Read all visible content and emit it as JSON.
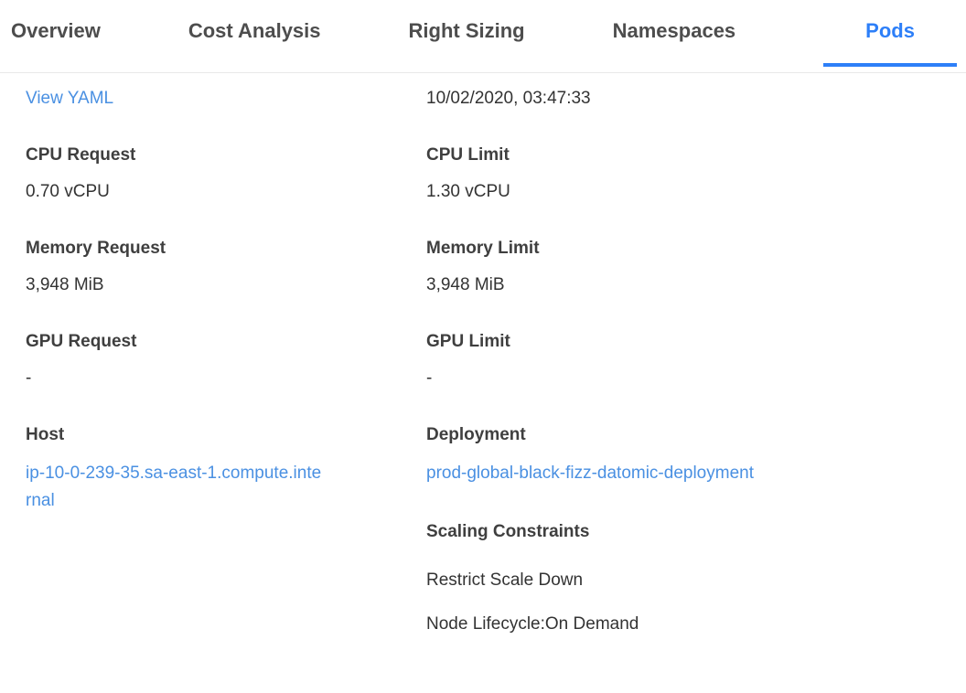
{
  "tabs": {
    "items": [
      {
        "label": "Overview"
      },
      {
        "label": "Cost Analysis"
      },
      {
        "label": "Right Sizing"
      },
      {
        "label": "Namespaces"
      },
      {
        "label": "Pods"
      }
    ],
    "active": "Pods"
  },
  "pod_details": {
    "view_yaml_link": "View YAML",
    "created_at": "10/02/2020, 03:47:33",
    "cpu_request": {
      "label": "CPU Request",
      "value": "0.70 vCPU"
    },
    "cpu_limit": {
      "label": "CPU Limit",
      "value": "1.30 vCPU"
    },
    "memory_request": {
      "label": "Memory Request",
      "value": "3,948 MiB"
    },
    "memory_limit": {
      "label": "Memory Limit",
      "value": "3,948 MiB"
    },
    "gpu_request": {
      "label": "GPU Request",
      "value": "-"
    },
    "gpu_limit": {
      "label": "GPU Limit",
      "value": "-"
    },
    "host": {
      "label": "Host",
      "value": "ip-10-0-239-35.sa-east-1.compute.internal"
    },
    "deployment": {
      "label": "Deployment",
      "value": "prod-global-black-fizz-datomic-deployment"
    },
    "scaling_constraints": {
      "label": "Scaling Constraints",
      "items": [
        "Restrict Scale Down",
        "Node Lifecycle:On Demand"
      ]
    }
  },
  "colors": {
    "active_tab": "#2d7ff8",
    "tab_underline": "#2d7ff8",
    "link": "#4a90e2",
    "inactive_tab": "#4d4d4d",
    "label_text": "#3f3f3f",
    "value_text": "#333333",
    "tabbar_border": "#e9e9e9"
  }
}
